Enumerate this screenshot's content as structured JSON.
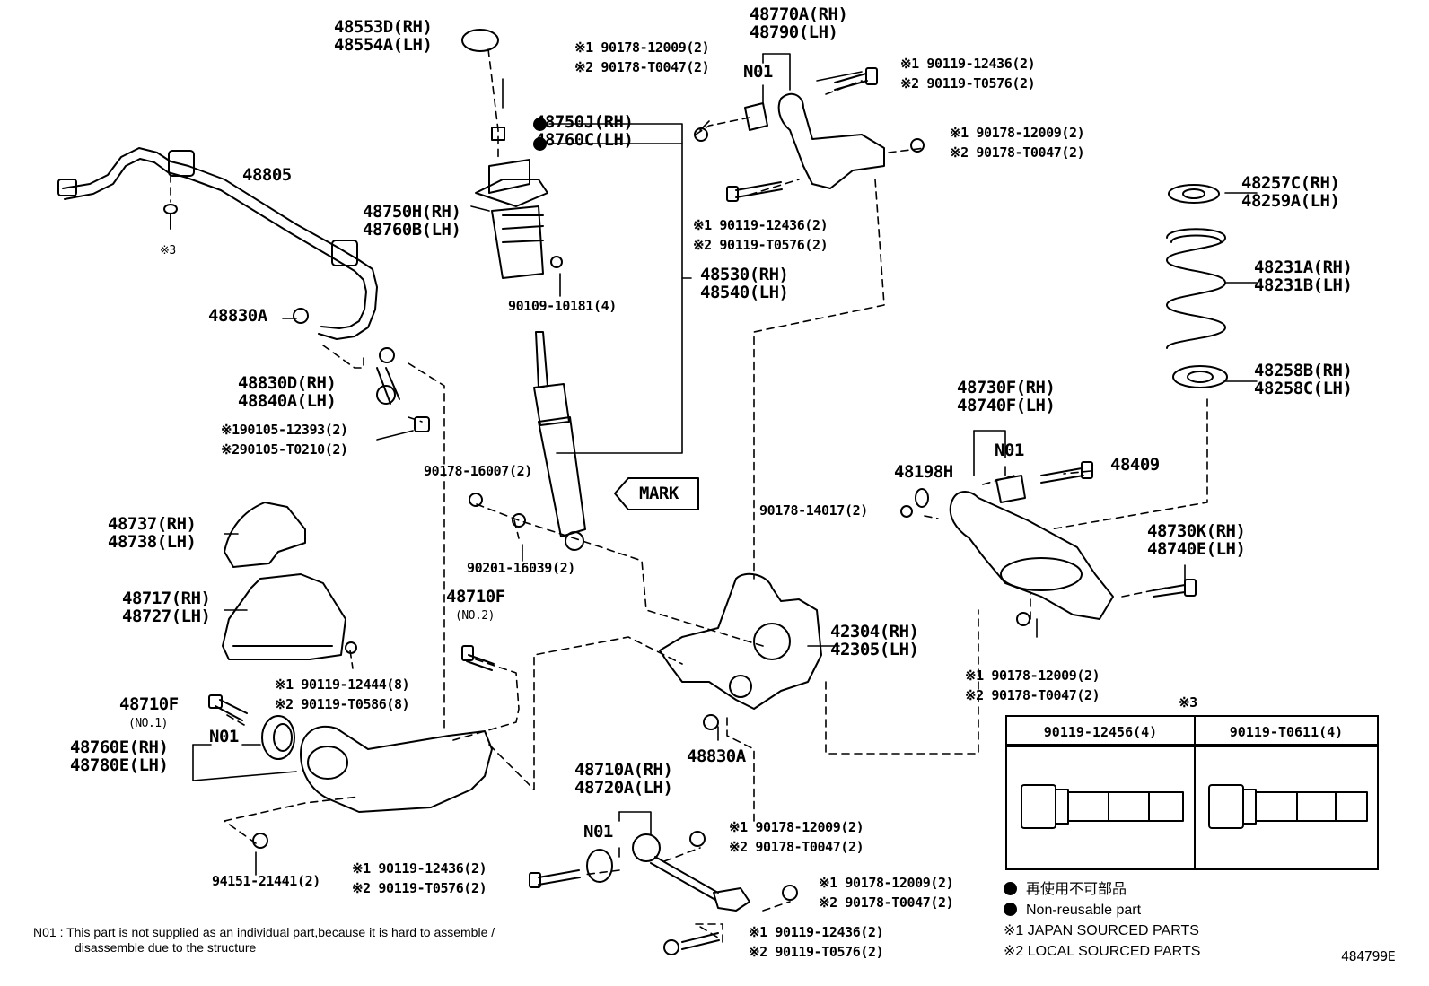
{
  "labels": {
    "cap_48553": [
      "48553D(RH)",
      "48554A(LH)"
    ],
    "stabilizer_bar": [
      "48805"
    ],
    "note3_small": [
      "※3"
    ],
    "support_48750J": [
      "48750J(RH)",
      "48760C(LH)"
    ],
    "bumper_48750H": [
      "48750H(RH)",
      "48760B(LH)"
    ],
    "bolt_90109": [
      "90109-10181(4)"
    ],
    "absorber_48530": [
      "48530(RH)",
      "48540(LH)"
    ],
    "nut_top_mid": [
      "※1 90178-12009(2)",
      "※2 90178-T0047(2)"
    ],
    "arm_48770": [
      "48770A(RH)",
      "48790(LH)"
    ],
    "n01_top": [
      "N01"
    ],
    "bolt_top_right": [
      "※1 90119-12436(2)",
      "※2 90119-T0576(2)"
    ],
    "nut_top_right": [
      "※1 90178-12009(2)",
      "※2 90178-T0047(2)"
    ],
    "bolt_under_arm": [
      "※1 90119-12436(2)",
      "※2 90119-T0576(2)"
    ],
    "seat_48257": [
      "48257C(RH)",
      "48259A(LH)"
    ],
    "spring_48231": [
      "48231A(RH)",
      "48231B(LH)"
    ],
    "seat_48258": [
      "48258B(RH)",
      "48258C(LH)"
    ],
    "bush_48830A_left": [
      "48830A"
    ],
    "link_48830D": [
      "48830D(RH)",
      "48840A(LH)"
    ],
    "nut_90105": [
      "※190105-12393(2)",
      "※290105-T0210(2)"
    ],
    "nut_90178_16007": [
      "90178-16007(2)"
    ],
    "mark": [
      "MARK"
    ],
    "washer_90201": [
      "90201-16039(2)"
    ],
    "arm_48730F": [
      "48730F(RH)",
      "48740F(LH)"
    ],
    "n01_mid": [
      "N01"
    ],
    "bolt_48409": [
      "48409"
    ],
    "cam_48198H": [
      "48198H"
    ],
    "nut_90178_14017": [
      "90178-14017(2)"
    ],
    "arm_48730K": [
      "48730K(RH)",
      "48740E(LH)"
    ],
    "cover_48737": [
      "48737(RH)",
      "48738(LH)"
    ],
    "cover_48717": [
      "48717(RH)",
      "48727(LH)"
    ],
    "bolt_48710F_no2": [
      "48710F"
    ],
    "no2": [
      "(NO.2)"
    ],
    "bolt_90119_12444": [
      "※1 90119-12444(8)",
      "※2 90119-T0586(8)"
    ],
    "knuckle_42304": [
      "42304(RH)",
      "42305(LH)"
    ],
    "nut_right_mid": [
      "※1 90178-12009(2)",
      "※2 90178-T0047(2)"
    ],
    "bolt_48710F_no1": [
      "48710F"
    ],
    "no1": [
      "(NO.1)"
    ],
    "n01_left": [
      "N01"
    ],
    "arm_48760E": [
      "48760E(RH)",
      "48780E(LH)"
    ],
    "bush_48830A_bottom": [
      "48830A"
    ],
    "arm_48710A": [
      "48710A(RH)",
      "48720A(LH)"
    ],
    "n01_bottom": [
      "N01"
    ],
    "nut_bottom_1": [
      "※1 90178-12009(2)",
      "※2 90178-T0047(2)"
    ],
    "bolt_bottom_left": [
      "※1 90119-12436(2)",
      "※2 90119-T0576(2)"
    ],
    "nut_bottom_2": [
      "※1 90178-12009(2)",
      "※2 90178-T0047(2)"
    ],
    "bolt_bottom": [
      "※1 90119-12436(2)",
      "※2 90119-T0576(2)"
    ],
    "nut_94151": [
      "94151-21441(2)"
    ]
  },
  "note3": "※3",
  "table": {
    "col1": "90119-12456(4)",
    "col2": "90119-T0611(4)"
  },
  "legend": {
    "jp": "再使用不可部品",
    "en": "Non-reusable part",
    "s1": "※1 JAPAN SOURCED PARTS",
    "s2": "※2 LOCAL SOURCED PARTS"
  },
  "footnote": {
    "line1": "N01 : This part is not supplied as an individual part,because it is hard to assemble /",
    "line2": "disassemble due to the structure"
  },
  "diagram_id": "484799E",
  "icons": {
    "filled_circle": "non-reusable-part-icon"
  }
}
